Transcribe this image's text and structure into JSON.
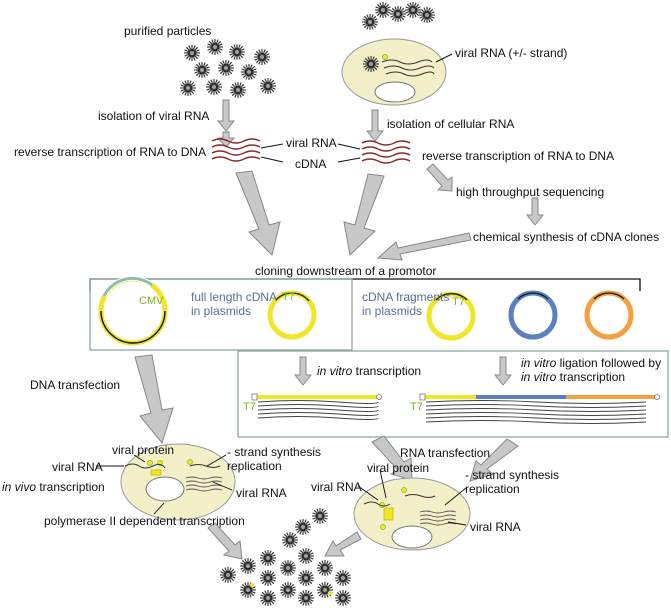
{
  "labels": {
    "purified_particles": "purified particles",
    "viral_rna_pm": "viral RNA (+/- strand)",
    "isolation_viral": "isolation of viral RNA",
    "isolation_cellular": "isolation of cellular RNA",
    "rt_left": "reverse transcription of RNA to DNA",
    "rt_right": "reverse transcription of RNA to DNA",
    "viral_rna_mid": "viral RNA",
    "cdna_mid": "cDNA",
    "hts": "high throughput sequencing",
    "chem_synth": "chemical synthesis of cDNA clones",
    "cloning": "cloning downstream of a promotor",
    "cmv": "CMV",
    "t7_a": "T7",
    "full_length_1": "full length cDNA",
    "full_length_2": "in plasmids",
    "fragments_1": "cDNA fragments",
    "fragments_2": "in plasmids",
    "t7_b": "T7",
    "dna_transfection": "DNA transfection",
    "in_vitro_transcription_it": "in vitro",
    "in_vitro_transcription_rest": " transcription",
    "ligation_line1_it": "in vitro",
    "ligation_line1_rest": " ligation followed by",
    "ligation_line2_it": "in vitro",
    "ligation_line2_rest": " transcription",
    "t7_c": "T7",
    "t7_d": "T7",
    "rna_transfection": "RNA transfection",
    "left_viral_protein": "viral protein",
    "left_viral_rna": "viral RNA",
    "left_minus_strand_1": "- strand synthesis",
    "left_minus_strand_2": "replication",
    "left_in_vivo_it": "in vivo",
    "left_in_vivo_rest": " transcription",
    "left_viral_rna_2": "viral RNA",
    "left_polymerase": "polymerase II dependent transcription",
    "right_viral_protein": "viral protein",
    "right_viral_rna": "viral RNA",
    "right_minus_strand_1": "- strand synthesis",
    "right_minus_strand_2": "replication",
    "right_viral_rna_2": "viral RNA"
  },
  "colors": {
    "cell_fill": "#f3efc8",
    "arrow_fill": "#c8c8c8",
    "arrow_stroke": "#888888",
    "yellow": "#f0e628",
    "blue": "#5b7fc0",
    "orange": "#f5a040",
    "green_box": "#8fa8a0",
    "green_text": "#7bb51c",
    "rna_red": "#8a2a2a"
  }
}
